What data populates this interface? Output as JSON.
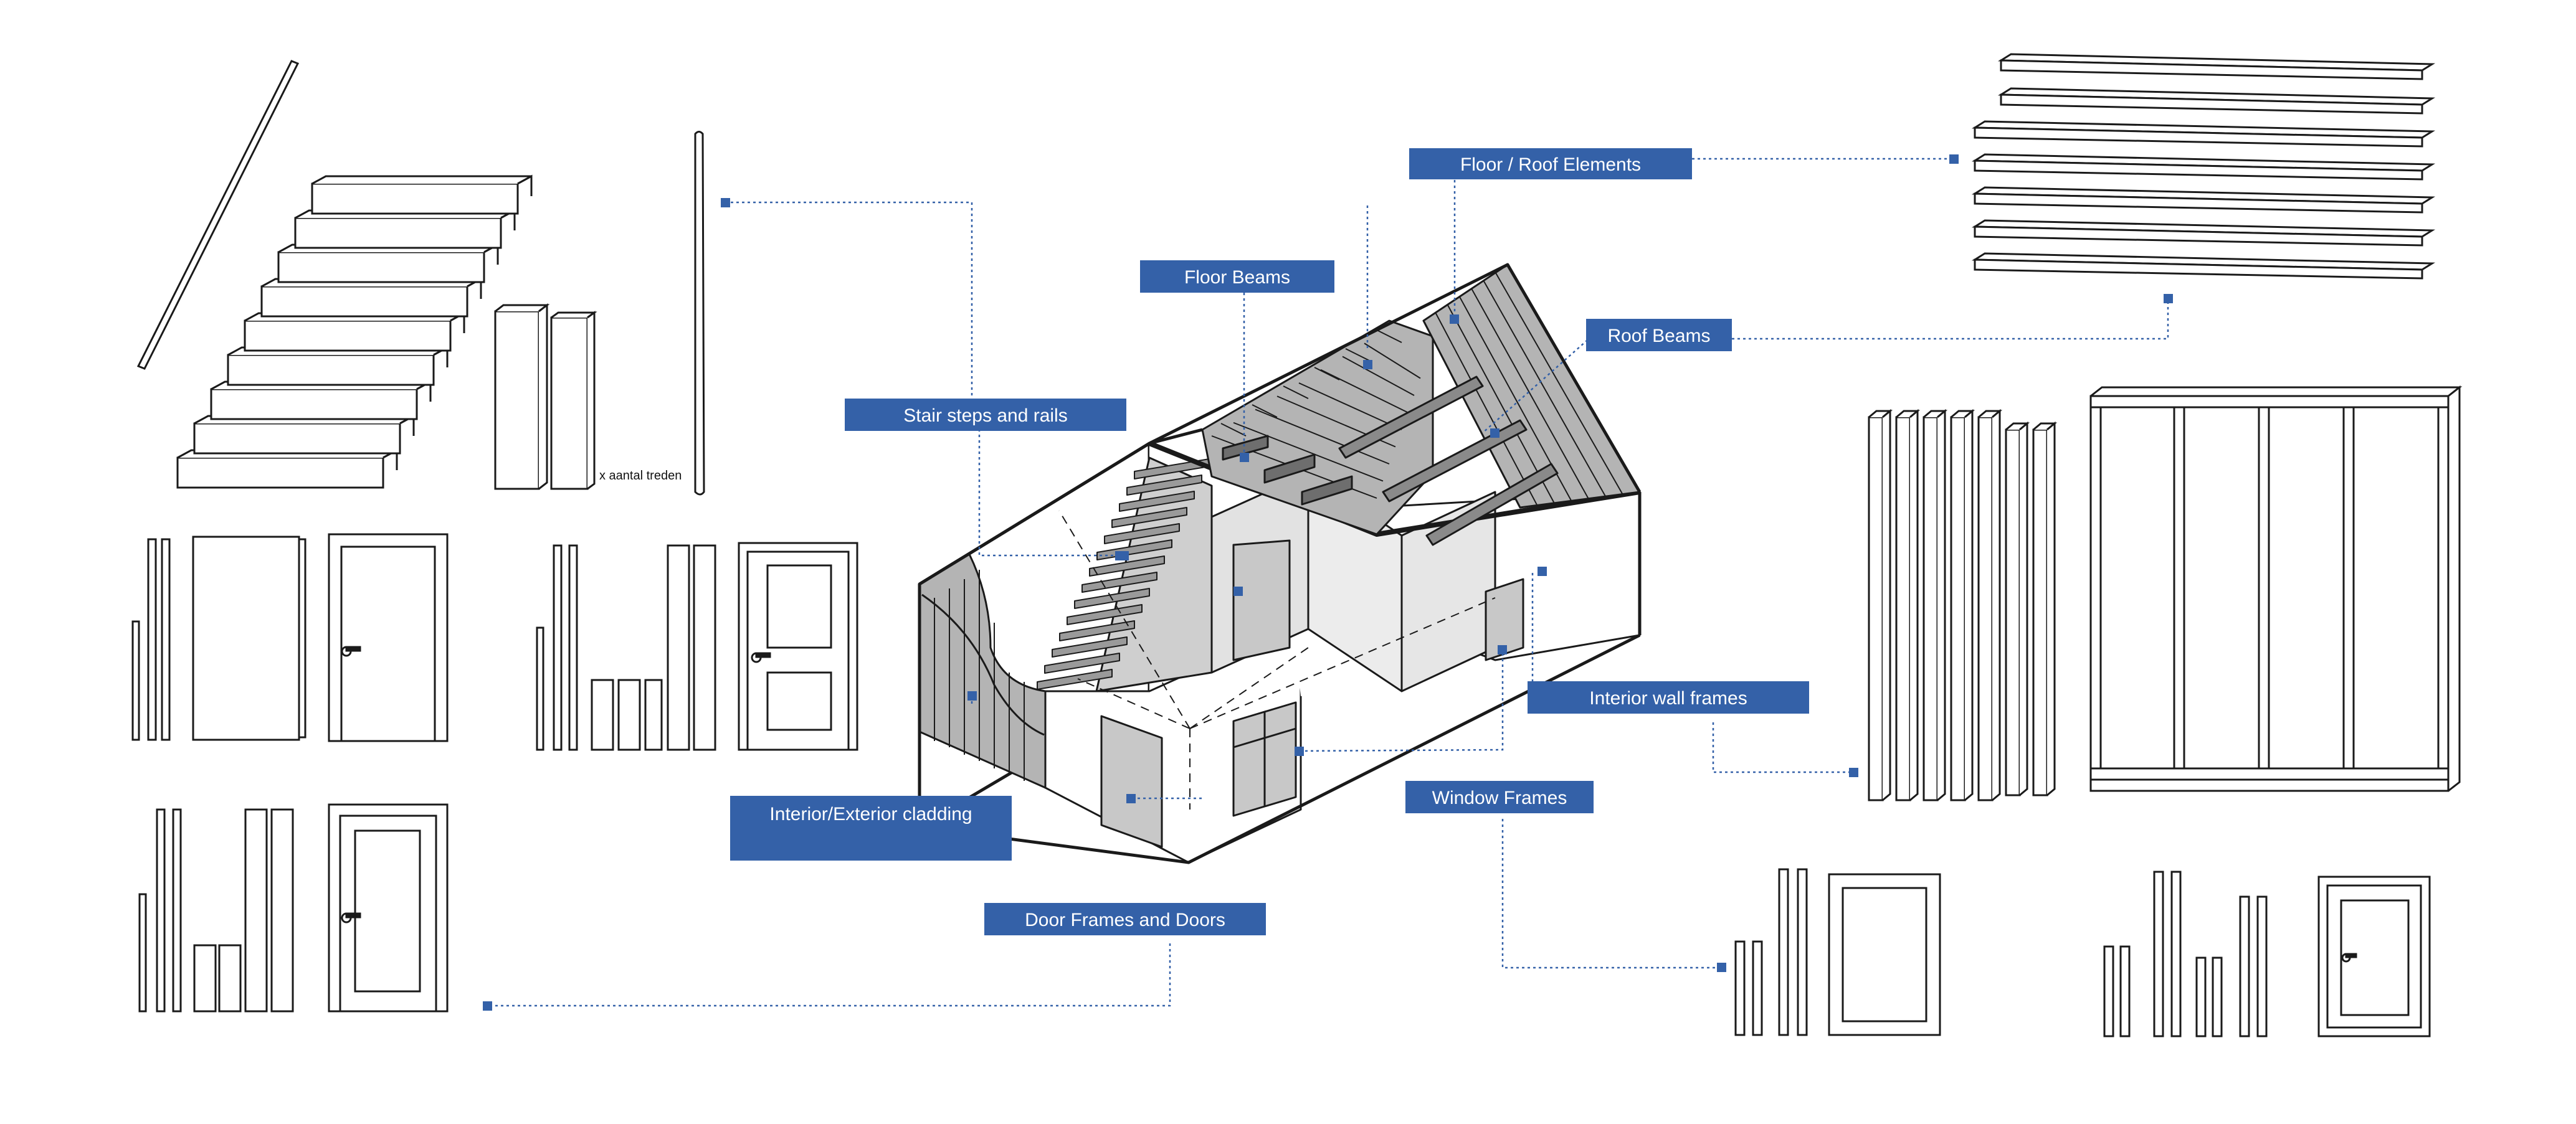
{
  "colors": {
    "accent": "#3461a8",
    "line": "#1a1a1a",
    "wood": "#b4b4b4",
    "wood_dark": "#6e6e6e",
    "wall": "#e2e2e2",
    "wall_dark": "#c8c8c8"
  },
  "labels": {
    "floor_roof_elements": "Floor / Roof Elements",
    "floor_beams": "Floor Beams",
    "roof_beams": "Roof Beams",
    "stair_steps_rails": "Stair steps and rails",
    "interior_wall_frames": "Interior wall frames",
    "window_frames": "Window Frames",
    "cladding": "Interior/Exterior cladding",
    "door_frames_doors": "Door Frames and Doors"
  },
  "stair_note": "x aantal treden",
  "icons": [
    "house-isometric-icon",
    "staircase-icon",
    "handrail-icon",
    "stringer-boards-icon",
    "door-icon",
    "window-icon",
    "wall-frame-icon",
    "planks-icon",
    "door-frame-parts-icon",
    "window-frame-parts-icon"
  ]
}
